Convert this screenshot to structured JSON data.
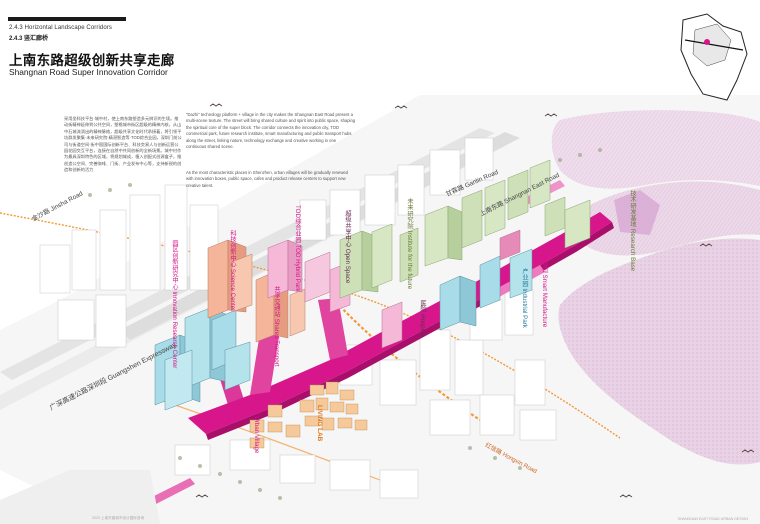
{
  "header": {
    "section_en": "2.4.3 Horizontal Landscape Corridors",
    "section_cn": "2.4.3 竖汇廊桥",
    "title_cn": "上南东路超级创新共享走廊",
    "title_en": "Shangnan Road Super Innovation Corridor"
  },
  "text_blocks": {
    "intro_cn": "采用坐科技平台·城中村，使上南东路塑造多元辨识的生境。推动街精神延伸到公共空间，塑格城市街区超级的精神内核，从山中石城流淌出的精神脉络，超级共享文化时代承接着，将引领平坊群发聚集·未来研究院·精湛智造等·TOD综合业园，深圳门前公司与街道空间·街中国国际创新平台、科技交易人与创新运营公园花园交互平台，连接在自然中共同创新的全新场景。城中村作为最具深圳特色的区域，将规划城成，植入创配式创源盒子，推创造公空间、完善咖啡、门街、产业发布中心等，支持新锐的创造和创新的活力",
    "intro_en": "\"Dazhi\" technology platform + village in the city makes the Shangnan East Road present a multi-scene texture. The street will bring shared culture and spirit into public space, shaping the spiritual core of the super block. The corridor connects the innovation city, TOD commercial park, future research institute, smart manufacturing and public transport hubs along the street, linking nature, technology exchange and creative working in one continuous shared scene.",
    "note_en": "As the most characteristic places in Shenzhen, urban villages will be gradually renewed with innovation boxes, public space, cafes and product release centers to support new creative talent."
  },
  "map_labels": {
    "jinsha_road": "金沙路 Jinsha Road",
    "ganlin_road": "甘霖路 Ganlin Road",
    "shangnan_east": "上南东路 Shangnan East Road",
    "guangshen_expressway": "广深高速公路深圳段 Guangshen Expressway",
    "hongxin_road": "红信路 Hongxin Road",
    "innovation_center": "园区创新研究中心 Innovation Research Center",
    "science_mall": "科技创新中心 Science Center",
    "tod_park": "TOD综合业园 TOD Hybrid Park",
    "open_space": "超级共享中心 Open Space",
    "future_institute": "未来研究院 Institute for the future",
    "smart_mfg": "智能智造 Smart Manufacture",
    "hospital": "医院 Hospital",
    "market_village": "产业园 Industrial Park",
    "living_lab": "LIVING LAB",
    "urban_village": "城中村 Urban Village",
    "research_base": "技术研发基地 Research Base",
    "shared_terminal": "共享交通站 Shared Transport"
  },
  "colors": {
    "corridor": "#d6168a",
    "corridor_light": "#f07ac0",
    "cyan_bldg": "#a8dce8",
    "salmon_bldg": "#f4b59a",
    "green_bldg": "#cde0b8",
    "pink_bldg": "#f5b8d6",
    "terrain": "#e8cfe3",
    "road_orange": "#f29a3a"
  },
  "footer": {
    "left": "2023 上南东路城市设计国际咨询",
    "right": "SHANGNAN EAST ROAD URBAN DESIGN"
  }
}
